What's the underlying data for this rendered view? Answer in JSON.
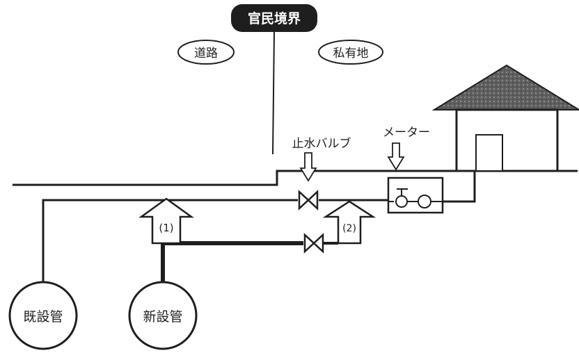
{
  "labels": {
    "boundary": "官民境界",
    "road": "道路",
    "private_land": "私有地",
    "stop_valve": "止水バルブ",
    "meter": "メーター",
    "existing_pipe": "既設管",
    "new_pipe": "新設管",
    "step1": "(1)",
    "step2": "(2)"
  },
  "colors": {
    "ink": "#1e1e1e",
    "roof": "#6a6a6a",
    "background": "#ffffff"
  }
}
